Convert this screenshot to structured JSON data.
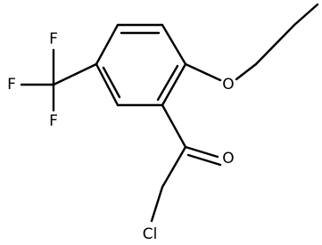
{
  "molecule": {
    "atoms": {
      "fluorine_top": "F",
      "fluorine_left": "F",
      "fluorine_bottom": "F",
      "ether_oxygen": "O",
      "carbonyl_oxygen": "O",
      "chlorine": "Cl"
    }
  }
}
